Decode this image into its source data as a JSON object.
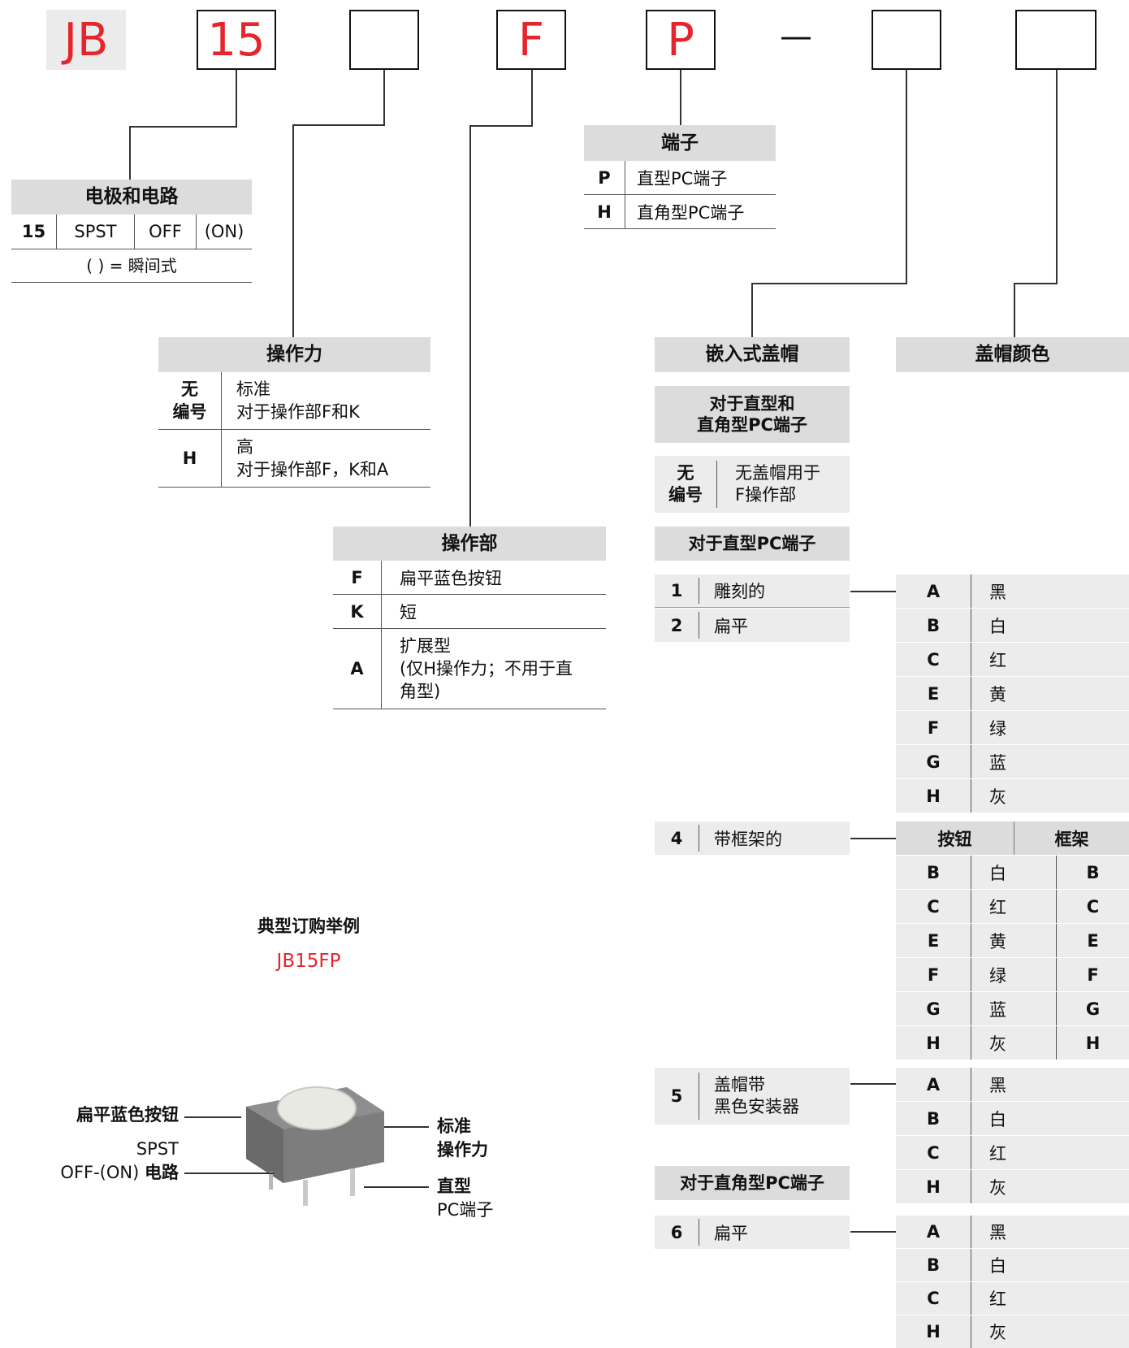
{
  "code": {
    "prefix": "JB",
    "box1": "15",
    "box2": "",
    "box3": "F",
    "box4": "P",
    "dash": "—",
    "box5": "",
    "box6": ""
  },
  "colors": {
    "accent": "#e4262c",
    "header_bg": "#dcdcdc",
    "line": "#333333"
  },
  "circuit": {
    "title": "电极和电路",
    "row": [
      "15",
      "SPST",
      "OFF",
      "(ON)"
    ],
    "note": "( ) = 瞬间式"
  },
  "terminal": {
    "title": "端子",
    "rows": [
      {
        "code": "P",
        "desc": "直型PC端子"
      },
      {
        "code": "H",
        "desc": "直角型PC端子"
      }
    ]
  },
  "force": {
    "title": "操作力",
    "rows": [
      {
        "code": "无\n编号",
        "desc": "标准\n对于操作部F和K"
      },
      {
        "code": "H",
        "desc": "高\n对于操作部F，K和A"
      }
    ]
  },
  "actuator": {
    "title": "操作部",
    "rows": [
      {
        "code": "F",
        "desc": "扁平蓝色按钮"
      },
      {
        "code": "K",
        "desc": "短"
      },
      {
        "code": "A",
        "desc": "扩展型\n(仅H操作力；不用于直\n角型)"
      }
    ]
  },
  "cap": {
    "title": "嵌入式盖帽",
    "sub1": "对于直型和\n直角型PC端子",
    "none_code": "无\n编号",
    "none_desc": "无盖帽用于\nF操作部",
    "sub2": "对于直型PC端子",
    "opt1_code": "1",
    "opt1_desc": "雕刻的",
    "opt2_code": "2",
    "opt2_desc": "扁平",
    "opt4_code": "4",
    "opt4_desc": "带框架的",
    "opt5_code": "5",
    "opt5_desc": "盖帽带\n黑色安装器",
    "sub3": "对于直角型PC端子",
    "opt6_code": "6",
    "opt6_desc": "扁平"
  },
  "color": {
    "title": "盖帽颜色",
    "group1": [
      {
        "code": "A",
        "name": "黑"
      },
      {
        "code": "B",
        "name": "白"
      },
      {
        "code": "C",
        "name": "红"
      },
      {
        "code": "E",
        "name": "黄"
      },
      {
        "code": "F",
        "name": "绿"
      },
      {
        "code": "G",
        "name": "蓝"
      },
      {
        "code": "H",
        "name": "灰"
      }
    ],
    "group2_header": [
      "按钮",
      "框架"
    ],
    "group2": [
      {
        "code": "B",
        "name": "白",
        "frame": "B"
      },
      {
        "code": "C",
        "name": "红",
        "frame": "C"
      },
      {
        "code": "E",
        "name": "黄",
        "frame": "E"
      },
      {
        "code": "F",
        "name": "绿",
        "frame": "F"
      },
      {
        "code": "G",
        "name": "蓝",
        "frame": "G"
      },
      {
        "code": "H",
        "name": "灰",
        "frame": "H"
      }
    ],
    "group3": [
      {
        "code": "A",
        "name": "黑"
      },
      {
        "code": "B",
        "name": "白"
      },
      {
        "code": "C",
        "name": "红"
      },
      {
        "code": "H",
        "name": "灰"
      }
    ],
    "group4": [
      {
        "code": "A",
        "name": "黑"
      },
      {
        "code": "B",
        "name": "白"
      },
      {
        "code": "C",
        "name": "红"
      },
      {
        "code": "H",
        "name": "灰"
      }
    ]
  },
  "example": {
    "title": "典型订购举例",
    "code": "JB15FP"
  },
  "callouts": {
    "button": "扁平蓝色按钮",
    "circuit_line1": "SPST",
    "circuit_line2a": "OFF-(ON)",
    "circuit_line2b": "电路",
    "force": "标准\n操作力",
    "term_line1": "直型",
    "term_line2": "PC端子"
  }
}
